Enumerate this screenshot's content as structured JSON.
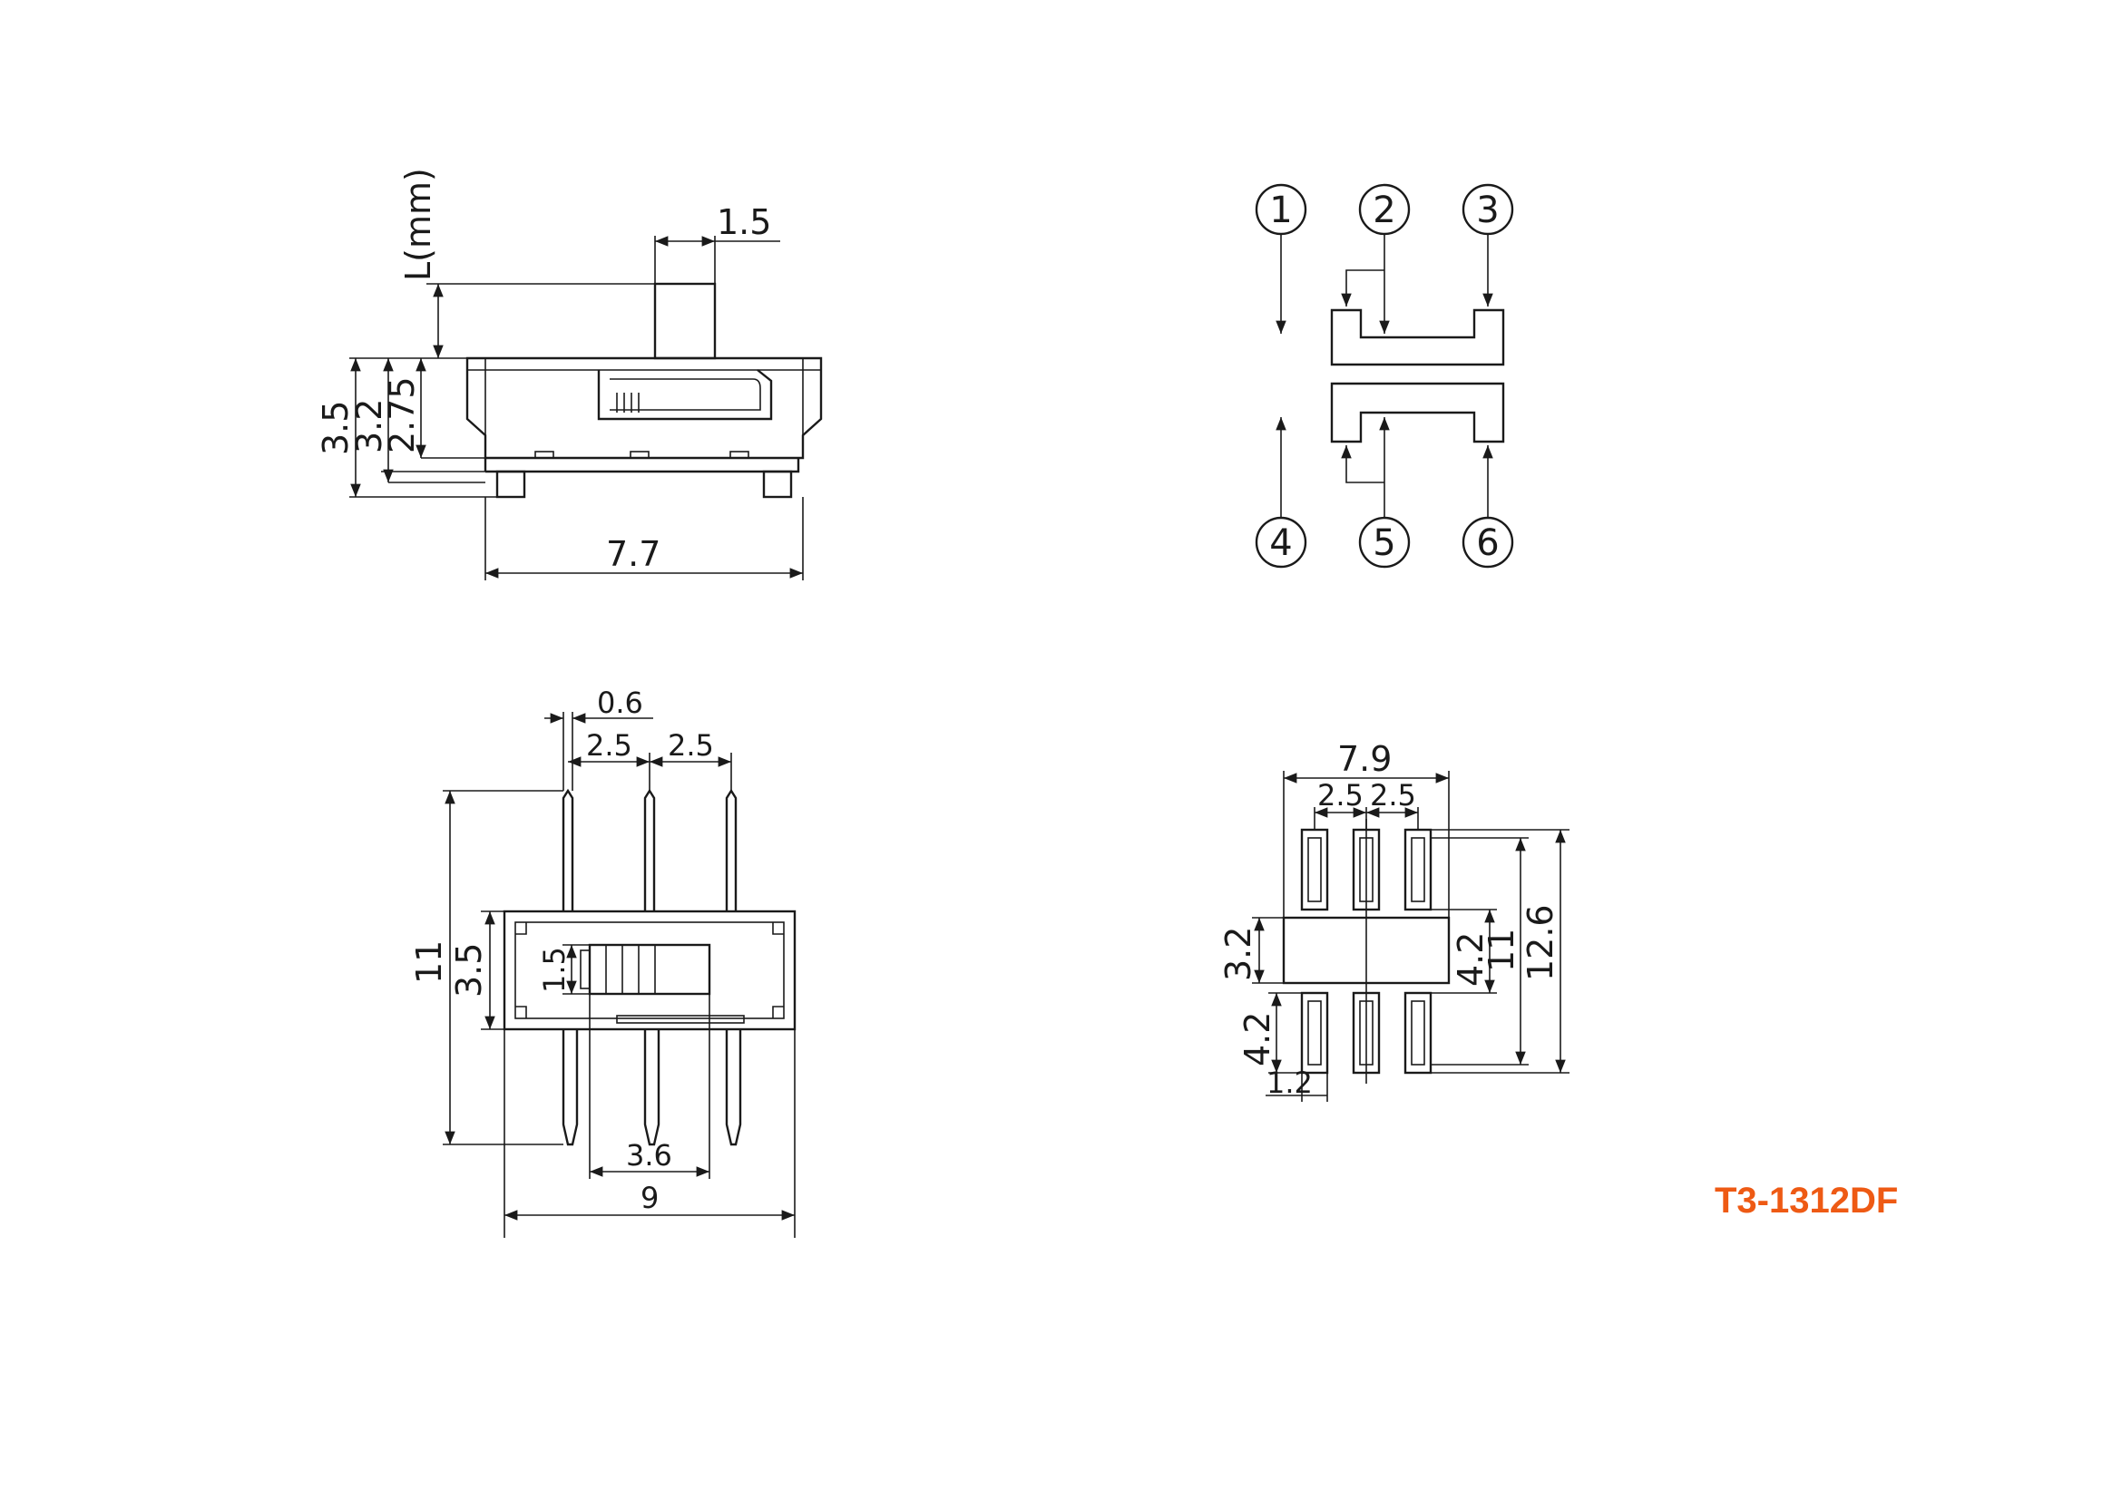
{
  "model": "T3-1312DF",
  "colors": {
    "line": "#1a1a1a",
    "model_text": "#ee5a14",
    "background": "#ffffff"
  },
  "side_view": {
    "unit_label": "L(mm)",
    "knob_width": "1.5",
    "height_total": "3.5",
    "height_body": "3.2",
    "height_housing": "2.75",
    "length": "7.7"
  },
  "schematic": {
    "pins": [
      "1",
      "2",
      "3",
      "4",
      "5",
      "6"
    ]
  },
  "front_view": {
    "pin_width": "0.6",
    "pitch_left": "2.5",
    "pitch_right": "2.5",
    "overall_height": "11",
    "body_height": "3.5",
    "knob_height": "1.5",
    "slider_travel": "3.6",
    "body_length": "9"
  },
  "footprint": {
    "overall_width": "7.9",
    "pitch_left": "2.5",
    "pitch_right": "2.5",
    "body_height": "3.2",
    "row_gap": "4.2",
    "span_11": "11",
    "span_12_6": "12.6",
    "pad_length": "4.2",
    "pad_width": "1.2"
  }
}
